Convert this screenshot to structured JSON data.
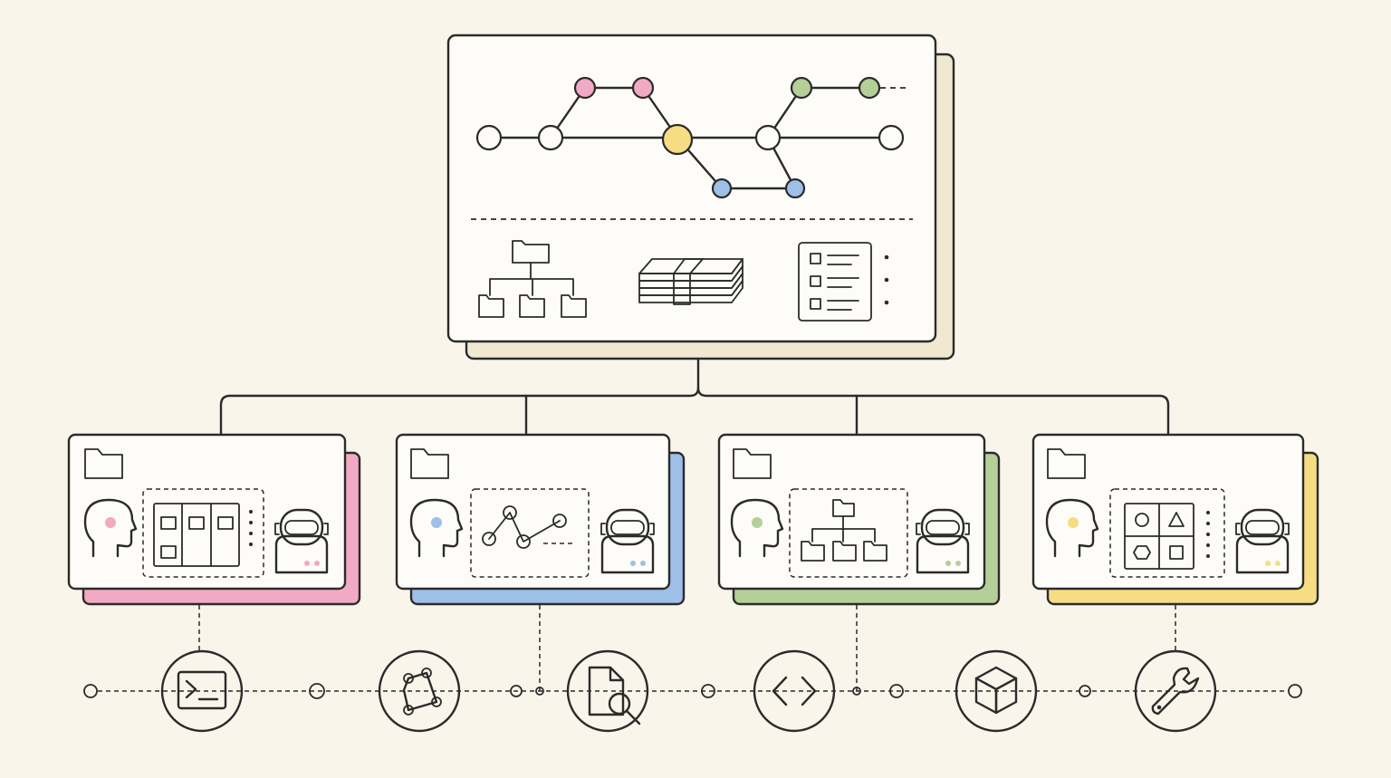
{
  "colors": {
    "background": "#faf5eb",
    "ink": "#2b2b2b",
    "card": "#fdfcf8",
    "pink": "#f2a9c4",
    "blue": "#9dbfe8",
    "green": "#b4cf98",
    "yellow": "#f6dc82",
    "cream_shadow": "#f1e8d2"
  },
  "hub": {
    "graph_node_colors": [
      "white",
      "white",
      "pink",
      "pink",
      "yellow",
      "blue",
      "blue",
      "white",
      "green",
      "green",
      "white"
    ],
    "icons": [
      "folder-tree-icon",
      "stacked-bundle-icon",
      "checklist-icon"
    ]
  },
  "workspaces": [
    {
      "color": "pink",
      "center_icon": "kanban-board-icon"
    },
    {
      "color": "blue",
      "center_icon": "line-graph-icon"
    },
    {
      "color": "green",
      "center_icon": "folder-tree-icon"
    },
    {
      "color": "yellow",
      "center_icon": "shapes-grid-icon"
    }
  ],
  "tools": [
    "terminal-icon",
    "polygon-nodes-icon",
    "document-search-icon",
    "code-brackets-icon",
    "cube-icon",
    "wrench-icon"
  ]
}
